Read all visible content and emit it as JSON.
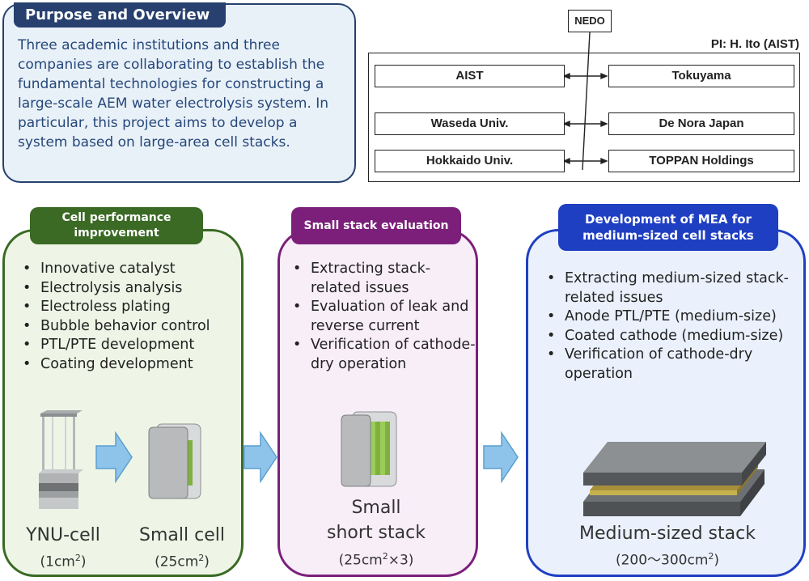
{
  "overview": {
    "title": "Purpose and Overview",
    "text": "Three academic institutions and three companies are collaborating to establish the fundamental technologies for constructing a large-scale AEM water electrolysis system. In particular, this project aims to develop a system based on large-area cell stacks."
  },
  "org": {
    "funder": "NEDO",
    "pi": "PI: H. Ito (AIST)",
    "left": [
      "AIST",
      "Waseda  Univ.",
      "Hokkaido  Univ."
    ],
    "right": [
      "Tokuyama",
      "De Nora Japan",
      "TOPPAN  Holdings"
    ]
  },
  "sections": [
    {
      "title": "Cell performance improvement",
      "color": "#3a6a24",
      "items": [
        "Innovative catalyst",
        "Electrolysis analysis",
        "Electroless plating",
        "Bubble behavior control",
        "PTL/PTE development",
        "Coating development"
      ],
      "captions": [
        {
          "name": "YNU-cell",
          "size": "(1cm",
          "sup": "2",
          "tail": ")"
        },
        {
          "name": "Small cell",
          "size": "(25cm",
          "sup": "2",
          "tail": ")"
        }
      ]
    },
    {
      "title": "Small stack evaluation",
      "color": "#7b1f7a",
      "items": [
        "Extracting stack-related issues",
        "Evaluation of leak and reverse current",
        "Verification of cathode-dry operation"
      ],
      "captions": [
        {
          "name1": "Small",
          "name2": "short stack",
          "size": "(25cm",
          "sup": "2",
          "tail": "×3)"
        }
      ]
    },
    {
      "title": "Development of MEA for medium-sized cell stacks",
      "color": "#1f3fc2",
      "items": [
        "Extracting medium-sized stack-related issues",
        "Anode PTL/PTE (medium-size)",
        "Coated cathode (medium-size)",
        "Verification of cathode-dry operation"
      ],
      "captions": [
        {
          "name": "Medium-sized stack",
          "size": "(200～300cm",
          "sup": "2",
          "tail": ")"
        }
      ]
    }
  ]
}
